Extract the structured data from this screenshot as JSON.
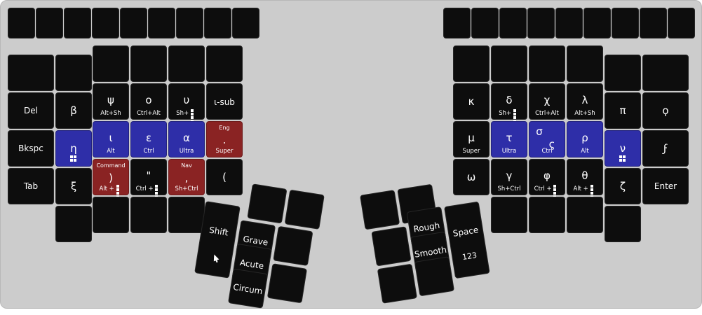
{
  "colors": {
    "background": "#cccccc",
    "key": "#0d0d0d",
    "blue": "#2e2ea8",
    "red": "#8a2323",
    "text": "#ffffff"
  },
  "left": {
    "r0": {
      "del": "Del",
      "bksp": "Bkspc",
      "tab": "Tab"
    },
    "c1": {
      "beta": "β",
      "eta": "η",
      "xi": "ξ"
    },
    "psi": {
      "main": "ψ",
      "sub": "Alt+Sh"
    },
    "omicron": {
      "main": "ο",
      "sub": "Ctrl+Alt"
    },
    "upsilon": {
      "main": "υ",
      "sub": "Sh+"
    },
    "isub": {
      "main": "ι-sub"
    },
    "iota": {
      "main": "ι",
      "sub": "Alt"
    },
    "epsilon": {
      "main": "ε",
      "sub": "Ctrl"
    },
    "alpha": {
      "main": "α",
      "sub": "Ultra"
    },
    "period": {
      "top": "Eng",
      "main": ".",
      "sub": "Super"
    },
    "rparen": {
      "top": "Command",
      "main": ")",
      "sub": "Alt +"
    },
    "quote": {
      "main": "\"",
      "sub": "Ctrl +"
    },
    "comma": {
      "top": "Nav",
      "main": ",",
      "sub": "Sh+Ctrl"
    },
    "lparen": {
      "main": "("
    }
  },
  "right": {
    "kappa": {
      "main": "κ"
    },
    "delta": {
      "main": "δ",
      "sub": "Sh+"
    },
    "chi": {
      "main": "χ",
      "sub": "Ctrl+Alt"
    },
    "lambda": {
      "main": "λ",
      "sub": "Alt+Sh"
    },
    "pi": "π",
    "koppa": "ϙ",
    "mu": {
      "main": "μ",
      "sub": "Super"
    },
    "tau": {
      "main": "τ",
      "sub": "Ultra"
    },
    "sigma": {
      "main": "σ",
      "alt": "ς",
      "sub": "Ctrl"
    },
    "rho": {
      "main": "ρ",
      "sub": "Alt"
    },
    "nu": "ν",
    "digamma": "ϝ",
    "omega": {
      "main": "ω"
    },
    "gamma": {
      "main": "γ",
      "sub": "Sh+Ctrl"
    },
    "phi": {
      "main": "φ",
      "sub": "Ctrl +"
    },
    "theta": {
      "main": "θ",
      "sub": "Alt +"
    },
    "zeta": "ζ",
    "enter": "Enter"
  },
  "thumb_left": {
    "shift": "Shift",
    "grave": "Grave",
    "acute": "Acute",
    "circum": "Circum"
  },
  "thumb_right": {
    "rough": "Rough",
    "smooth": "Smooth",
    "space": "Space",
    "num": "123"
  }
}
